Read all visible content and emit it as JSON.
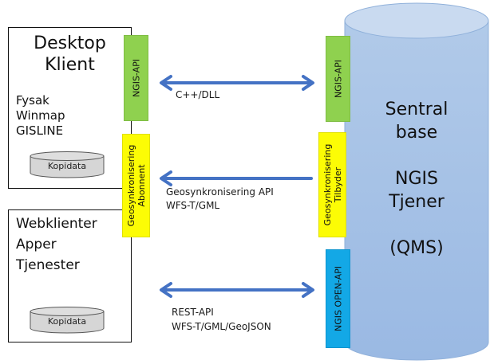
{
  "desktop_client": {
    "title_line1": "Desktop",
    "title_line2": "Klient",
    "apps": [
      "Fysak",
      "Winmap",
      "GISLINE"
    ],
    "db_label": "Kopidata"
  },
  "web_client": {
    "items": [
      "Webklienter",
      "Apper",
      "Tjenester"
    ],
    "db_label": "Kopidata"
  },
  "client_interfaces": {
    "ngis_api": "NGIS-API",
    "geosync_line1": "Geosynkronisering",
    "geosync_line2": "Abonnent"
  },
  "server_interfaces": {
    "ngis_api": "NGIS-API",
    "geosync_line1": "Geosynkronisering",
    "geosync_line2": "Tilbyder",
    "open_api": "NGIS OPEN-API"
  },
  "server": {
    "line1": "Sentral",
    "line2": "base",
    "line3": "NGIS",
    "line4": "Tjener",
    "line5": "(QMS)"
  },
  "connections": [
    {
      "direction": "both",
      "labels": [
        "C++/DLL"
      ]
    },
    {
      "direction": "left",
      "labels": [
        "Geosynkronisering API",
        "WFS-T/GML"
      ]
    },
    {
      "direction": "both",
      "labels": [
        "REST-API",
        "WFS-T/GML/GeoJSON"
      ]
    }
  ],
  "colors": {
    "arrow": "#4472c4",
    "server_fill": "#a9c4e6",
    "server_top": "#c9daf0",
    "server_stroke": "#8fb0da",
    "ngis_api": "#8fd14f",
    "geosync": "#fcfc05",
    "open_api": "#13a8e6",
    "db_fill": "#d6d6d6"
  }
}
